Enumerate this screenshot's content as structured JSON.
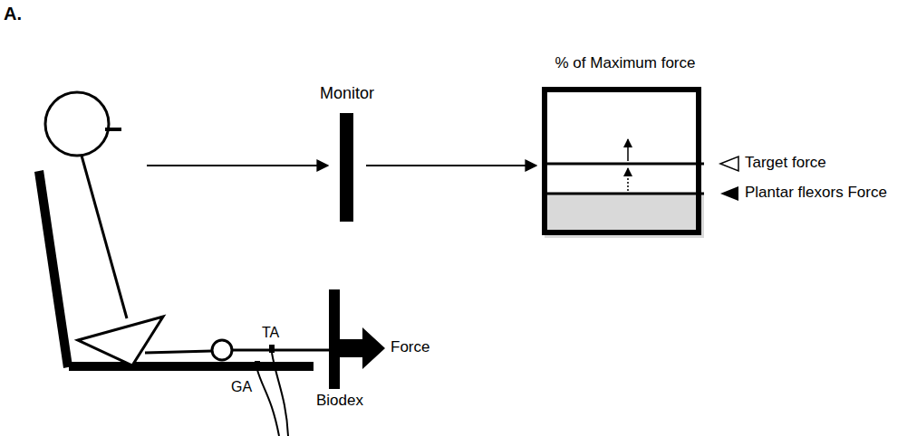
{
  "diagram": {
    "nodes": [
      {
        "text": [
          "Monitor"
        ]
      },
      {
        "text": [
          "% of Maximum force"
        ]
      }
    ],
    "edges": [
      {
        "from": 0,
        "to": 1,
        "arrow": "to"
      }
    ],
    "labels": [
      "A.",
      "Target force",
      "Plantar flexors Force",
      "TA",
      "GA",
      "Biodex",
      "Force"
    ]
  }
}
